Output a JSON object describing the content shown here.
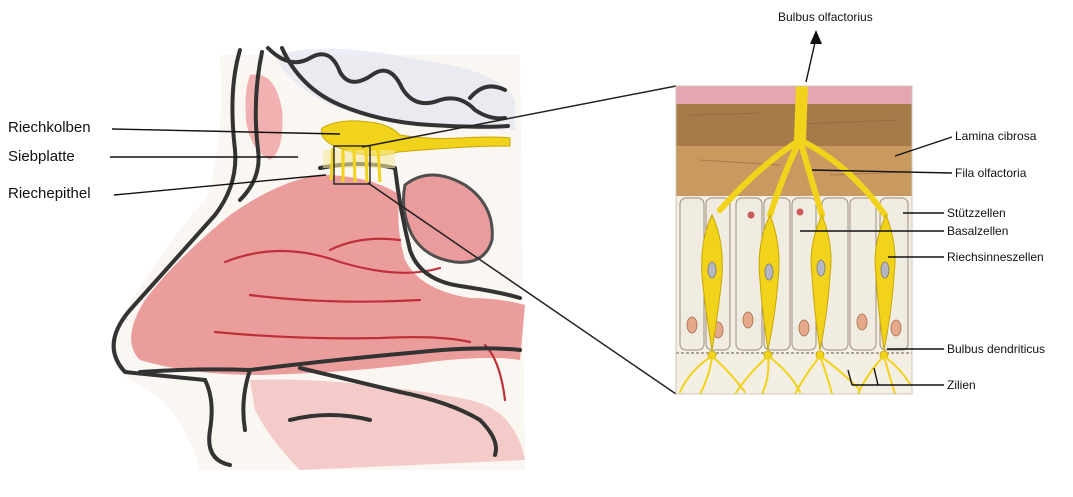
{
  "labels": {
    "riechkolben": "Riechkolben",
    "siebplatte": "Siebplatte",
    "riechepithel": "Riechepithel",
    "bulbus_olfactorius": "Bulbus olfactorius",
    "lamina_cibrosa": "Lamina cibrosa",
    "fila_olfactoria": "Fila olfactoria",
    "stuetzzellen": "Stützzellen",
    "basalzellen": "Basalzellen",
    "riechsinneszellen": "Riechsinneszellen",
    "bulbus_dendriticus": "Bulbus dendriticus",
    "zilien": "Zilien"
  },
  "colors": {
    "outline": "#333333",
    "mucosa": "#e58a8a",
    "nerve": "#f2d31b",
    "bone_band": "#a77a4a",
    "bone_band_light": "#c89a60",
    "mucus_band": "#e5a6b2",
    "cell_fill": "#f1ece2",
    "nucleus": "#b4b8c4",
    "basal_nucleus": "#e3a98a"
  }
}
